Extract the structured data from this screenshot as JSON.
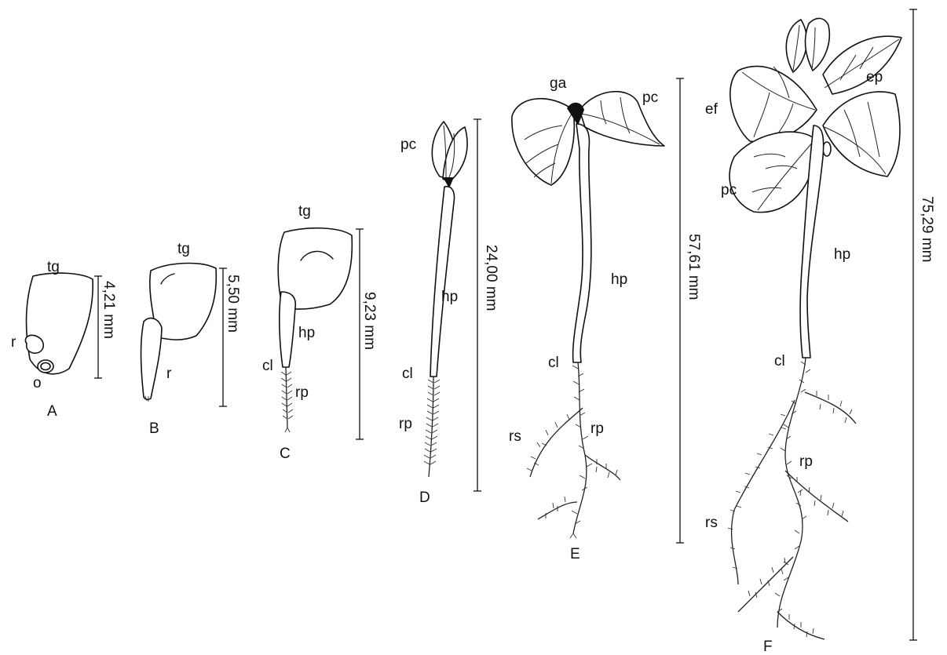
{
  "stages": [
    {
      "panel": "A",
      "measurement": "4,21 mm",
      "labels": {
        "tg": "tg",
        "r": "r",
        "o": "o"
      }
    },
    {
      "panel": "B",
      "measurement": "5,50 mm",
      "labels": {
        "tg": "tg",
        "r": "r"
      }
    },
    {
      "panel": "C",
      "measurement": "9,23 mm",
      "labels": {
        "tg": "tg",
        "hp": "hp",
        "cl": "cl",
        "rp": "rp"
      }
    },
    {
      "panel": "D",
      "measurement": "24,00 mm",
      "labels": {
        "pc": "pc",
        "hp": "hp",
        "cl": "cl",
        "rp": "rp"
      }
    },
    {
      "panel": "E",
      "measurement": "57,61 mm",
      "labels": {
        "ga": "ga",
        "pc": "pc",
        "hp": "hp",
        "cl": "cl",
        "rs": "rs",
        "rp": "rp"
      }
    },
    {
      "panel": "F",
      "measurement": "75,29 mm",
      "labels": {
        "ep": "ep",
        "ef": "ef",
        "pc": "pc",
        "hp": "hp",
        "cl": "cl",
        "rp": "rp",
        "rs": "rs"
      }
    }
  ],
  "colors": {
    "ink": "#111111",
    "paper": "#ffffff"
  }
}
